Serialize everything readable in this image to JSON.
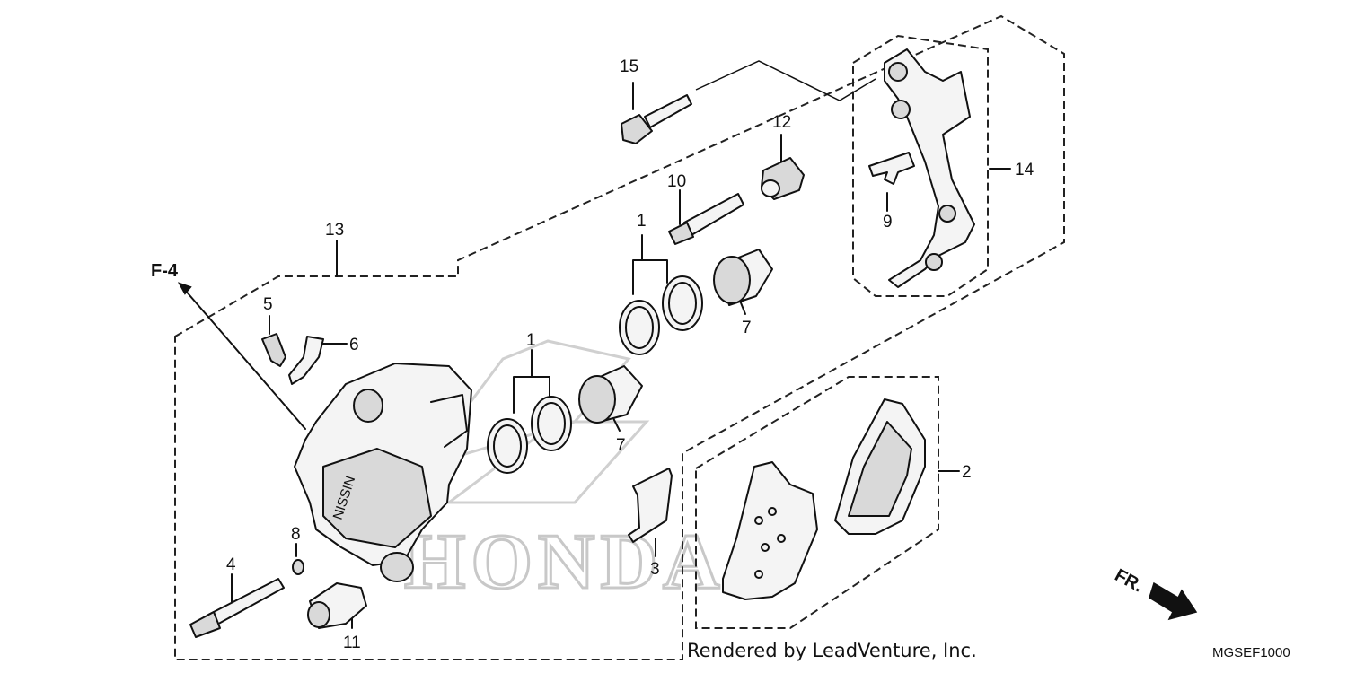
{
  "callouts": {
    "c1a": "1",
    "c1b": "1",
    "c2": "2",
    "c3": "3",
    "c4": "4",
    "c5": "5",
    "c6": "6",
    "c7a": "7",
    "c7b": "7",
    "c8": "8",
    "c9": "9",
    "c10": "10",
    "c11": "11",
    "c12": "12",
    "c13": "13",
    "c14": "14",
    "c15": "15"
  },
  "ref_f4": "F-4",
  "direction_label": "FR.",
  "credit": "Rendered by LeadVenture, Inc.",
  "diagram_code": "MGSEF1000",
  "watermark_brand": "HONDA",
  "caliper_stamp": "NISSIN",
  "colors": {
    "line": "#111111",
    "watermark": "#c8c8c8",
    "background": "#ffffff"
  }
}
